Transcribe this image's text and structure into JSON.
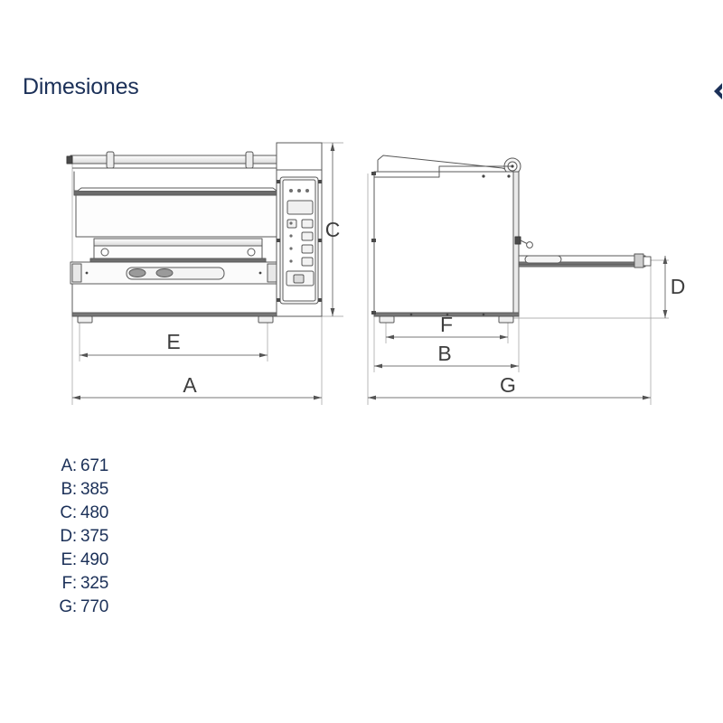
{
  "page": {
    "title": "Dimesiones",
    "background_color": "#ffffff",
    "text_color": "#1b3058",
    "line_color": "#5a5a5a"
  },
  "edge_marker": {
    "icon": "chevron-left-icon-clipped",
    "color": "#1b3058"
  },
  "drawing": {
    "front_view": {
      "name": "front-view",
      "dimension_labels": [
        "C",
        "E",
        "A"
      ],
      "components": [
        "top-handle-bar",
        "lid",
        "sealing-bar",
        "grip-handle",
        "body",
        "control-panel",
        "feet"
      ],
      "control_panel": {
        "led_dots": 3,
        "display": "display-window",
        "buttons": 7,
        "indicator_leds": 4,
        "main_button": "power-button"
      }
    },
    "side_view": {
      "name": "side-view",
      "dimension_labels": [
        "D",
        "F",
        "B",
        "G"
      ],
      "components": [
        "sloped-lid",
        "pivot-wheel",
        "body",
        "knob",
        "extension-arm",
        "arm-end-cap",
        "feet"
      ]
    }
  },
  "dimensions": {
    "heading": "Dimesiones",
    "items": [
      {
        "key": "A:",
        "value": "671"
      },
      {
        "key": "B:",
        "value": "385"
      },
      {
        "key": "C:",
        "value": "480"
      },
      {
        "key": "D:",
        "value": "375"
      },
      {
        "key": "E:",
        "value": "490"
      },
      {
        "key": "F:",
        "value": "325"
      },
      {
        "key": "G:",
        "value": "770"
      }
    ]
  },
  "dimension_callouts": {
    "A": "A",
    "B": "B",
    "C": "C",
    "D": "D",
    "E": "E",
    "F": "F",
    "G": "G"
  }
}
